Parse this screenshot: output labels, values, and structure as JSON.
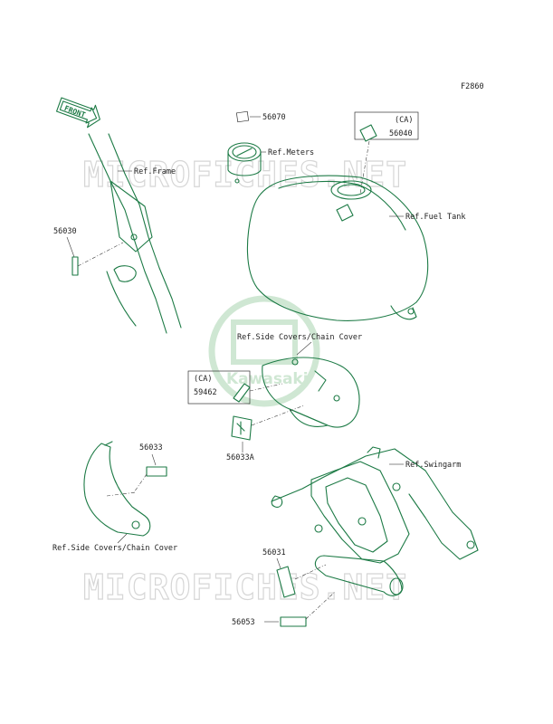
{
  "figure_code": "F2860",
  "watermarks": {
    "top": "MICROFICHES.NET",
    "bottom": "MICROFICHES.NET"
  },
  "logo": {
    "text": "Kawasaki",
    "color": "#2e8b57"
  },
  "front_arrow": {
    "text": "FRONT"
  },
  "labels": {
    "ref_frame": "Ref.Frame",
    "ref_meters": "Ref.Meters",
    "ref_fuel_tank": "Ref.Fuel Tank",
    "ref_side_covers_upper": "Ref.Side Covers/Chain Cover",
    "ref_side_covers_lower": "Ref.Side Covers/Chain Cover",
    "ref_swingarm": "Ref.Swingarm"
  },
  "parts": {
    "p56070": "56070",
    "p56040": "56040",
    "p56040_note": "(CA)",
    "p56030": "56030",
    "p59462": "59462",
    "p59462_note": "(CA)",
    "p56033A": "56033A",
    "p56033": "56033",
    "p56031": "56031",
    "p56053": "56053"
  },
  "colors": {
    "line_art": "#1c7a45",
    "text": "#1f1f1f"
  }
}
